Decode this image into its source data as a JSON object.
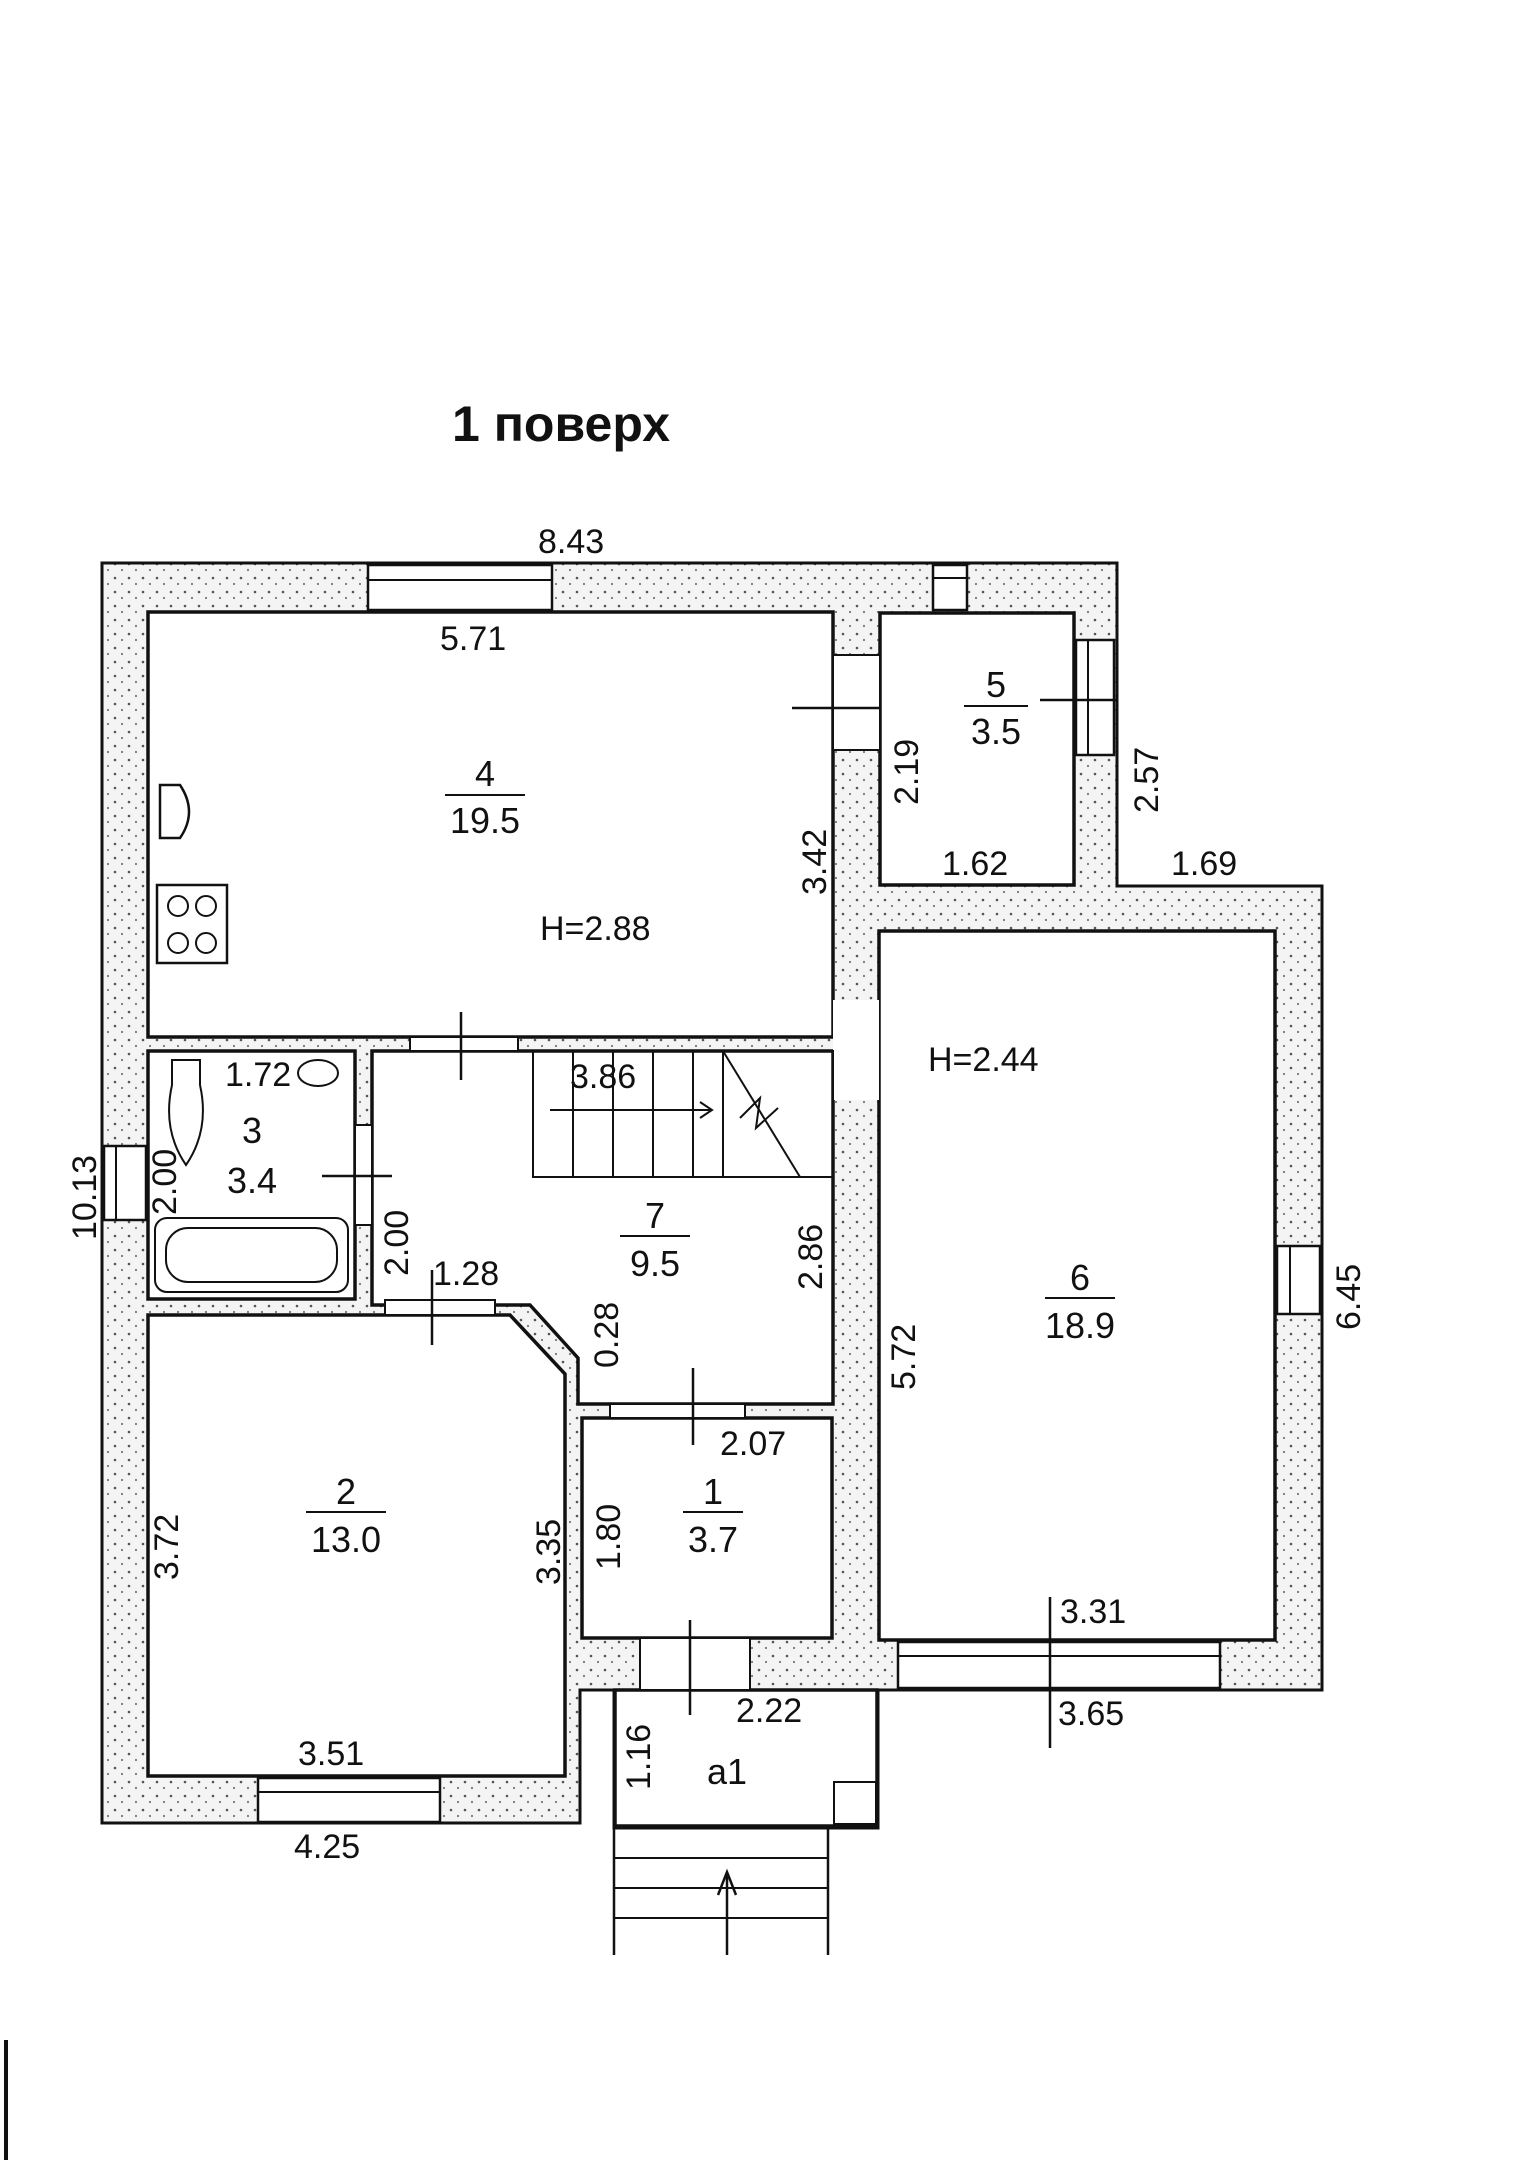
{
  "title": "1 поверх",
  "rooms": {
    "r1": {
      "num": "1",
      "area": "3.7"
    },
    "r2": {
      "num": "2",
      "area": "13.0"
    },
    "r3": {
      "num": "3",
      "area": "3.4"
    },
    "r4": {
      "num": "4",
      "area": "19.5"
    },
    "r5": {
      "num": "5",
      "area": "3.5"
    },
    "r6": {
      "num": "6",
      "area": "18.9"
    },
    "r7": {
      "num": "7",
      "area": "9.5"
    },
    "a1": "а1"
  },
  "heights": {
    "h1": "H=2.88",
    "h2": "H=2.44"
  },
  "dims": {
    "d_8_43": "8.43",
    "d_5_71": "5.71",
    "d_3_42": "3.42",
    "d_2_19": "2.19",
    "d_1_62": "1.62",
    "d_2_57": "2.57",
    "d_1_69": "1.69",
    "d_10_13": "10.13",
    "d_1_72": "1.72",
    "d_2_00a": "2.00",
    "d_2_00b": "2.00",
    "d_3_86": "3.86",
    "d_1_28": "1.28",
    "d_2_86": "2.86",
    "d_0_28": "0.28",
    "d_2_07": "2.07",
    "d_5_72": "5.72",
    "d_6_45": "6.45",
    "d_3_72": "3.72",
    "d_3_35": "3.35",
    "d_1_80": "1.80",
    "d_3_31": "3.31",
    "d_3_65": "3.65",
    "d_2_22": "2.22",
    "d_1_16": "1.16",
    "d_3_51": "3.51",
    "d_4_25": "4.25"
  }
}
